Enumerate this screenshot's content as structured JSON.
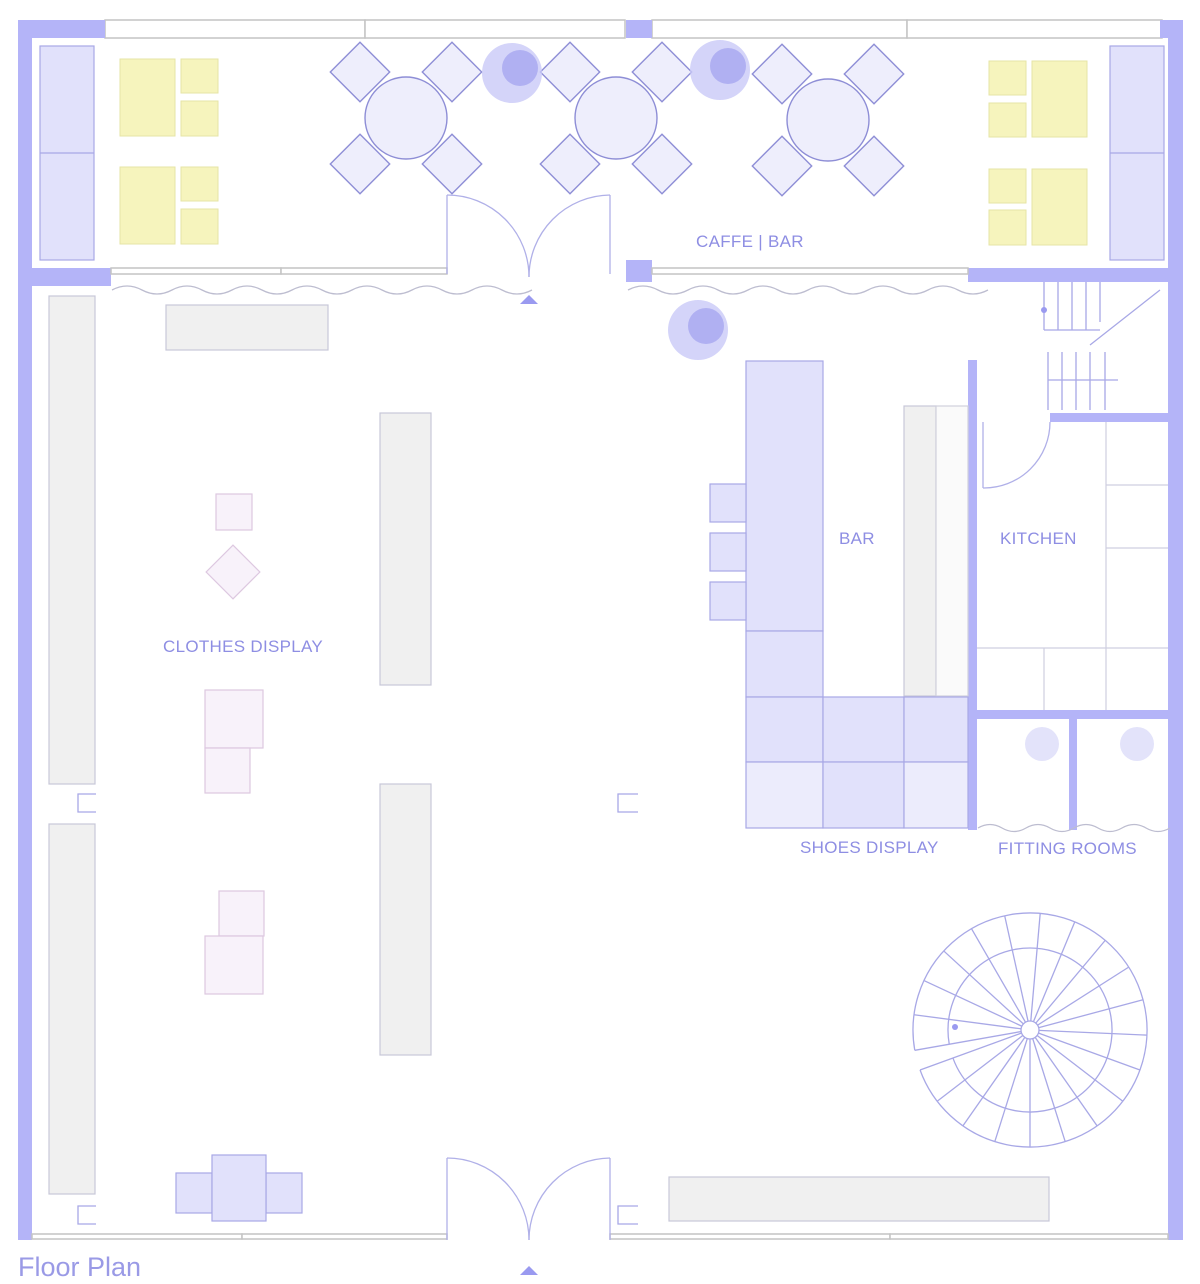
{
  "title": "Floor Plan",
  "labels": {
    "cafe": "CAFFE | BAR",
    "clothes": "CLOTHES DISPLAY",
    "bar": "BAR",
    "kitchen": "KITCHEN",
    "shoes": "SHOES DISPLAY",
    "fitting": "FITTING ROOMS"
  },
  "colors": {
    "wall": "#b4b4f8",
    "label": "#8e8ee3",
    "furniture_yellow": "#f6f4bd",
    "furniture_lavender": "#e1e1fb",
    "shelf_gray": "#f0f0f0"
  }
}
